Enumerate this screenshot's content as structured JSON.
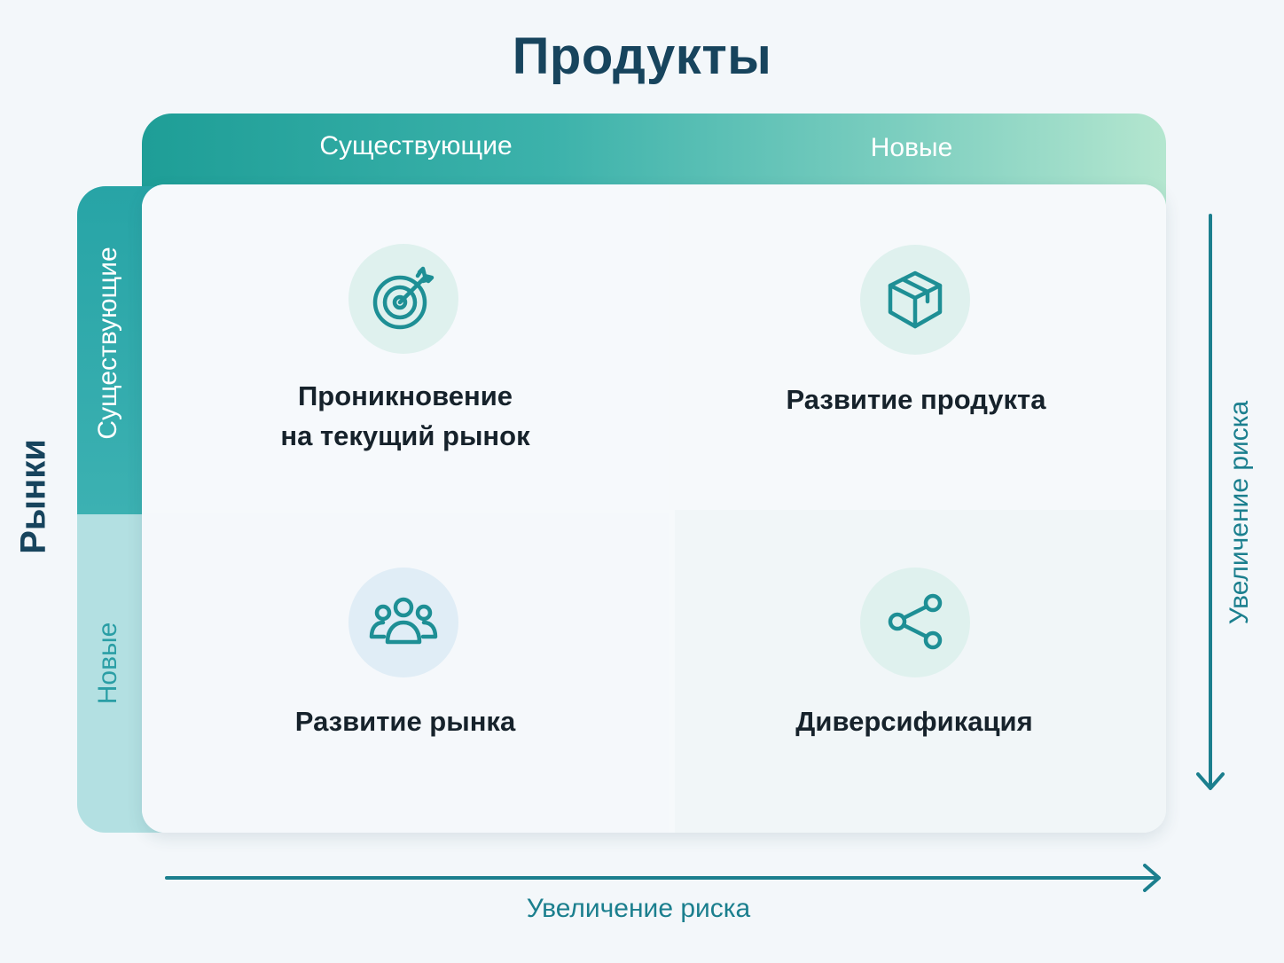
{
  "title": "Продукты",
  "columns": [
    "Существующие",
    "Новые"
  ],
  "rows": [
    "Существующие",
    "Новые"
  ],
  "rows_axis_label": "Рынки",
  "risk_label_vertical": "Увеличение риска",
  "risk_label_horizontal": "Увеличение риска",
  "quadrants": [
    {
      "title_line1": "Проникновение",
      "title_line2": "на текущий рынок",
      "icon": "target-icon"
    },
    {
      "title": "Развитие продукта",
      "icon": "box-icon"
    },
    {
      "title": "Развитие рынка",
      "icon": "people-icon"
    },
    {
      "title": "Диверсификация",
      "icon": "share-icon"
    }
  ],
  "colors": {
    "accent": "#1e9e97",
    "title": "#17445d",
    "risk": "#1b7f8e",
    "icon": "#1e8f95"
  }
}
